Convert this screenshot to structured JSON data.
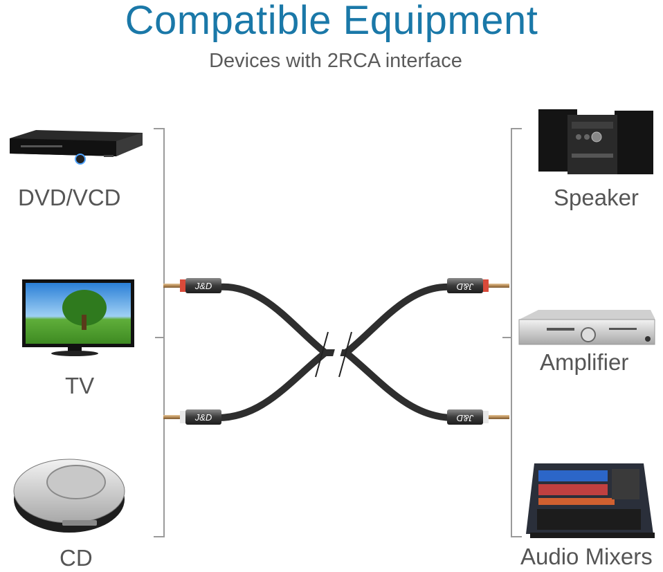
{
  "header": {
    "title": "Compatible Equipment",
    "subtitle": "Devices with 2RCA interface"
  },
  "left_devices": [
    {
      "label": "DVD/VCD",
      "icon": "dvd-player-icon"
    },
    {
      "label": "TV",
      "icon": "tv-icon"
    },
    {
      "label": "CD",
      "icon": "cd-player-icon"
    }
  ],
  "right_devices": [
    {
      "label": "Speaker",
      "icon": "speaker-system-icon"
    },
    {
      "label": "Amplifier",
      "icon": "amplifier-icon"
    },
    {
      "label": "Audio Mixers",
      "icon": "audio-mixer-icon"
    }
  ],
  "cable": {
    "brand_mark": "J&D",
    "plug_colors": [
      "#d94a3a",
      "#e8e8e8"
    ],
    "cable_color": "#2e2e2e"
  },
  "colors": {
    "title": "#1a78a8",
    "text": "#555555"
  }
}
